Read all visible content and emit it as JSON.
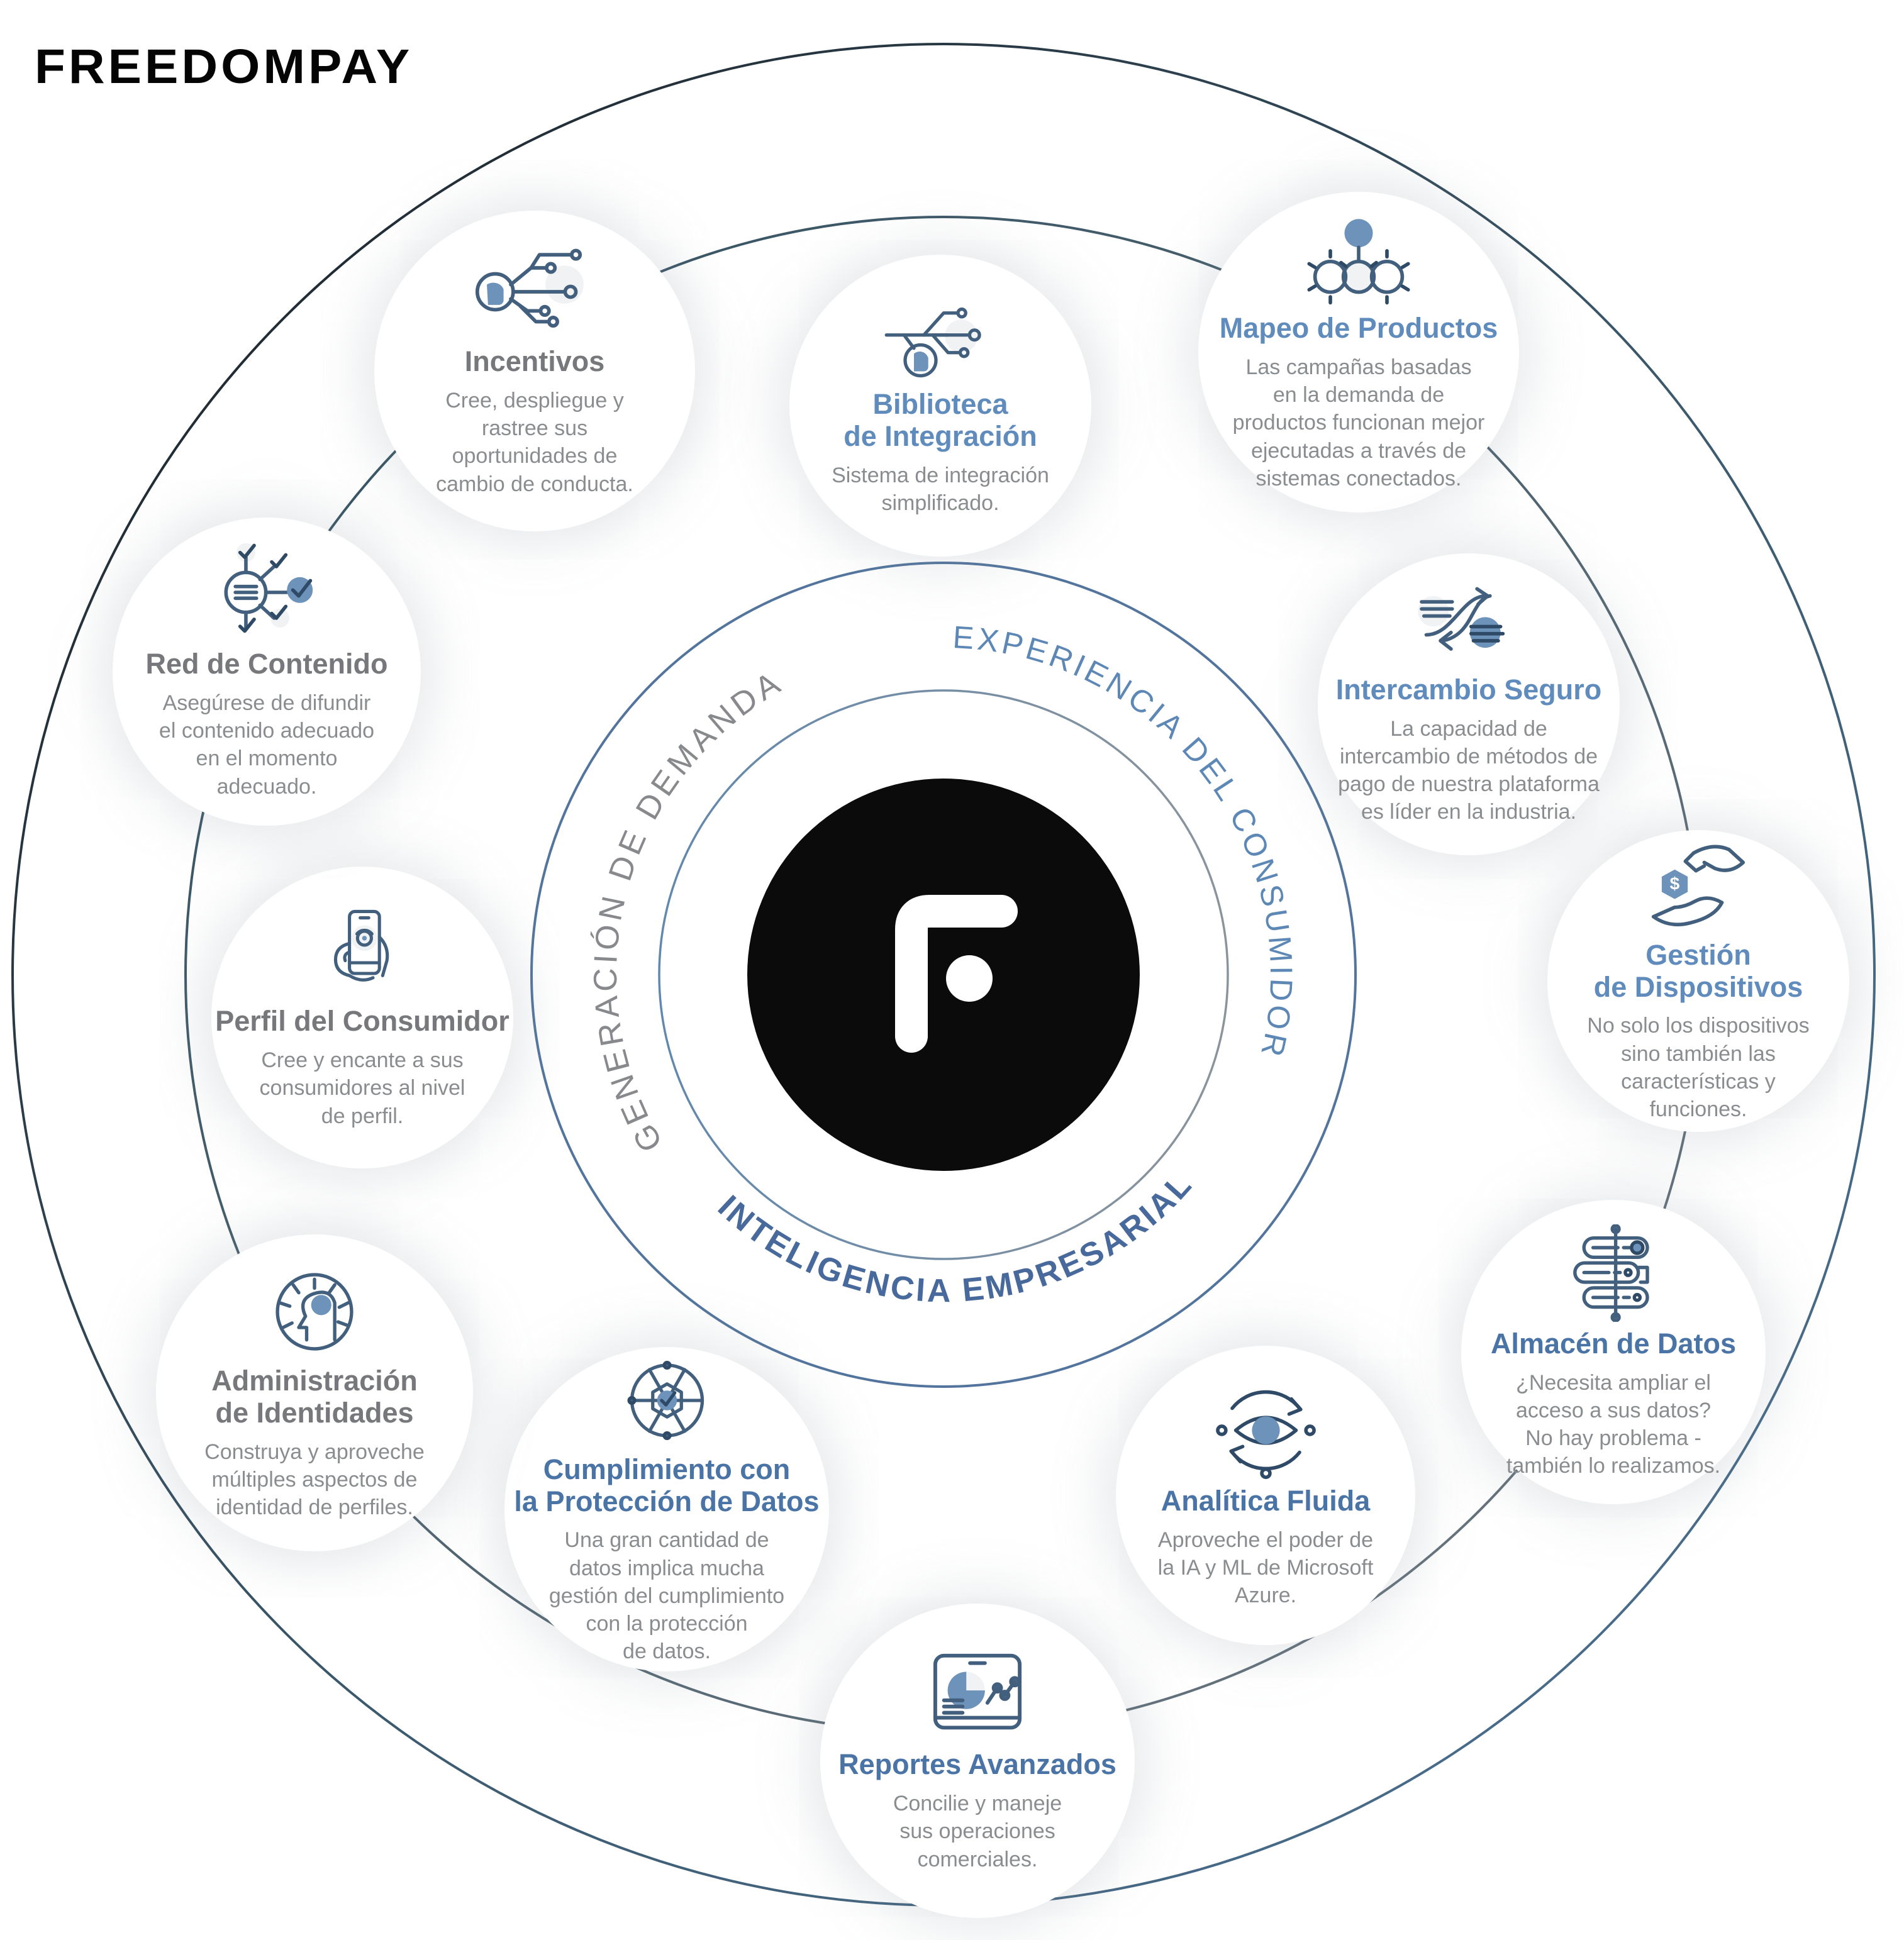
{
  "brand": {
    "wordmark": "FREEDOMPAY"
  },
  "colors": {
    "accent_blue": "#6d93ba",
    "ring_blue": "#53759d",
    "title_blue_light": "#5f8cbc",
    "title_blue_deep": "#4a74a6",
    "title_gray": "#77787b",
    "body_gray": "#8a8d90",
    "center_circle": "#0b0b0c"
  },
  "arc_labels": [
    {
      "id": "generacion-de-demanda",
      "text": "GENERACIÓN DE DEMANDA",
      "color": "#87898c"
    },
    {
      "id": "experiencia-del-consumidor",
      "text": "EXPERIENCIA DEL CONSUMIDOR",
      "color": "#5d88b6"
    },
    {
      "id": "inteligencia-empresarial",
      "text": "INTELIGENCIA EMPRESARIAL",
      "color": "#48699b"
    }
  ],
  "nodes": [
    {
      "id": "incentivos",
      "title": "Incentivos",
      "body": "Cree, despliegue y\nrastree sus\noportunidades de\ncambio de conducta.",
      "icon": "head-circuit-icon"
    },
    {
      "id": "biblioteca",
      "title": "Biblioteca\nde Integración",
      "body": "Sistema de integración\nsimplificado.",
      "icon": "integration-branch-icon"
    },
    {
      "id": "mapeo",
      "title": "Mapeo de Productos",
      "body": "Las campañas basadas\nen la demanda de\nproductos funcionan mejor\nejecutadas a través de\nsistemas conectados.",
      "icon": "product-nodes-icon"
    },
    {
      "id": "intercambio",
      "title": "Intercambio Seguro",
      "body": "La capacidad de\nintercambio de métodos de\npago de nuestra plataforma\nes líder en la industria.",
      "icon": "swap-arrows-icon"
    },
    {
      "id": "gestion",
      "title": "Gestión\nde Dispositivos",
      "body": "No solo los dispositivos\nsino también las\ncaracterísticas y\nfunciones.",
      "icon": "hands-value-icon",
      "icon_glyph": "$"
    },
    {
      "id": "almacen",
      "title": "Almacén de Datos",
      "body": "¿Necesita ampliar el\nacceso a sus datos?\nNo hay problema -\ntambién lo realizamos.",
      "icon": "server-stack-icon"
    },
    {
      "id": "analitica",
      "title": "Analítica Fluida",
      "body": "Aproveche el poder de\nla IA y ML de Microsoft\nAzure.",
      "icon": "eye-cycle-icon"
    },
    {
      "id": "reportes",
      "title": "Reportes Avanzados",
      "body": "Concilie y maneje\nsus operaciones\ncomerciales.",
      "icon": "dashboard-chart-icon"
    },
    {
      "id": "cumplimiento",
      "title": "Cumplimiento con\nla Protección de Datos",
      "body": "Una gran cantidad de\ndatos implica mucha\ngestión del cumplimiento\ncon la protección\nde datos.",
      "icon": "compliance-wheel-icon"
    },
    {
      "id": "administracion",
      "title": "Administración\nde Identidades",
      "body": "Construya y aproveche\nmúltiples aspectos de\nidentidad de perfiles.",
      "icon": "identity-head-icon"
    },
    {
      "id": "perfil",
      "title": "Perfil del Consumidor",
      "body": "Cree y encante a sus\nconsumidores al nivel\nde perfil.",
      "icon": "phone-hand-icon"
    },
    {
      "id": "red",
      "title": "Red de Contenido",
      "body": "Asegúrese de difundir\nel contenido adecuado\nen el momento\nadecuado.",
      "icon": "content-network-icon"
    }
  ]
}
